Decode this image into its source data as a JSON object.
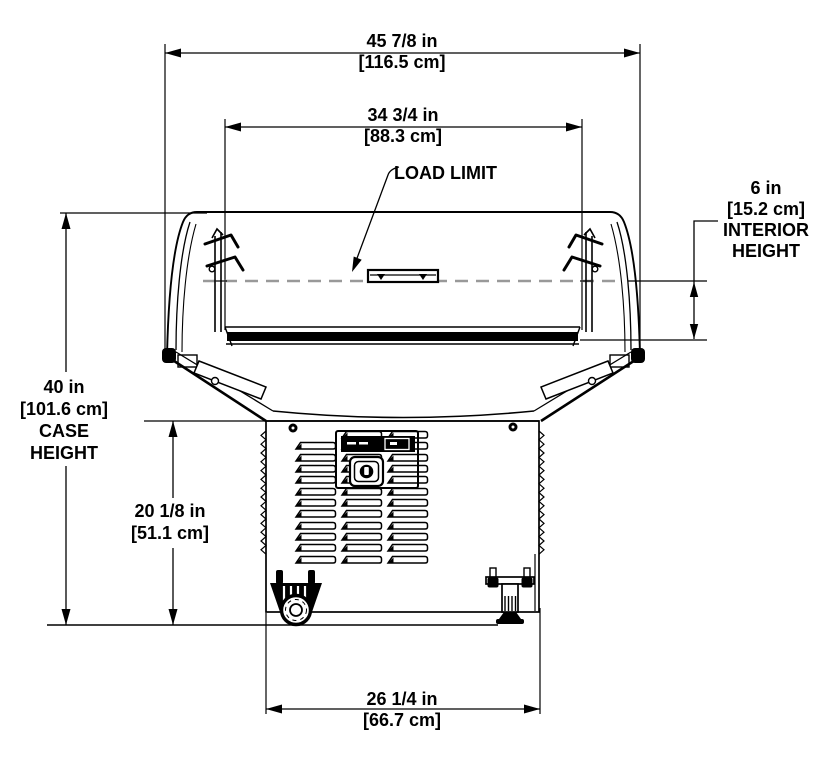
{
  "drawing": {
    "type": "technical-dimension-drawing",
    "subject": "display-case-end-view",
    "background_color": "#ffffff",
    "line_color": "#000000",
    "load_limit_line_color": "#999999",
    "labels": {
      "overall_width": {
        "imperial": "45 7/8 in",
        "metric": "[116.5 cm]"
      },
      "display_opening_width": {
        "imperial": "34 3/4 in",
        "metric": "[88.3 cm]"
      },
      "load_limit": "LOAD LIMIT",
      "interior_height": {
        "imperial": "6 in",
        "metric": "[15.2 cm]",
        "caption_line1": "INTERIOR",
        "caption_line2": "HEIGHT"
      },
      "case_height": {
        "imperial": "40 in",
        "metric": "[101.6 cm]",
        "caption_line1": "CASE",
        "caption_line2": "HEIGHT"
      },
      "base_height": {
        "imperial": "20 1/8 in",
        "metric": "[51.1 cm]"
      },
      "base_width": {
        "imperial": "26 1/4 in",
        "metric": "[66.7 cm]"
      }
    }
  }
}
